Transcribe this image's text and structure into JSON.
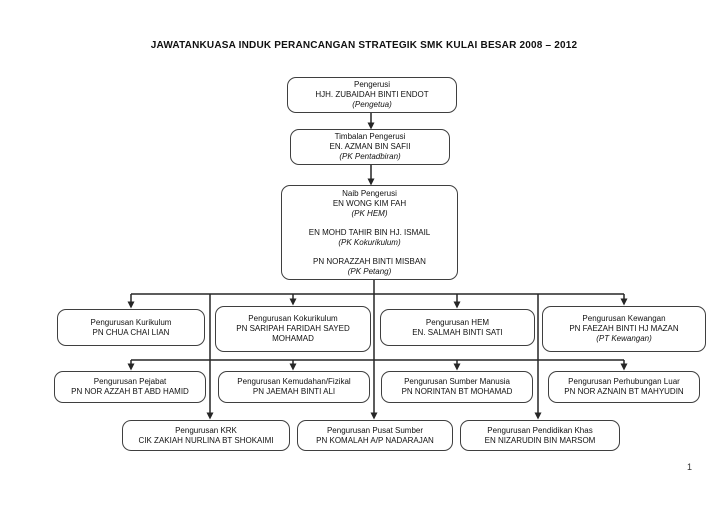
{
  "title": "JAWATANKUASA INDUK PERANCANGAN STRATEGIK SMK KULAI BESAR 2008 – 2012",
  "page_number": "1",
  "colors": {
    "background": "#ffffff",
    "text": "#111111",
    "connector": "#262626",
    "box_border": "#3f3f3f"
  },
  "nodes": {
    "pengerusi": {
      "title": "Pengerusi",
      "name": "HJH. ZUBAIDAH BINTI ENDOT",
      "role": "(Pengetua)"
    },
    "timbalan": {
      "title": "Timbalan Pengerusi",
      "name": "EN. AZMAN BIN SAFII",
      "role": "(PK Pentadbiran)"
    },
    "naib": {
      "title": "Naib Pengerusi",
      "members": [
        {
          "name": "EN WONG KIM FAH",
          "role": "(PK HEM)"
        },
        {
          "name": "EN MOHD TAHIR BIN HJ. ISMAIL",
          "role": "(PK Kokurikulum)"
        },
        {
          "name": "PN NORAZZAH BINTI MISBAN",
          "role": "(PK Petang)"
        }
      ]
    },
    "row1": [
      {
        "title": "Pengurusan Kurikulum",
        "name": "PN CHUA CHAI LIAN"
      },
      {
        "title": "Pengurusan Kokurikulum",
        "name": "PN SARIPAH FARIDAH SAYED MOHAMAD"
      },
      {
        "title": "Pengurusan HEM",
        "name": "EN. SALMAH BINTI SATI"
      },
      {
        "title": "Pengurusan Kewangan",
        "name": "PN FAEZAH BINTI HJ MAZAN",
        "role": "(PT Kewangan)"
      }
    ],
    "row2": [
      {
        "title": "Pengurusan Pejabat",
        "name": "PN NOR AZZAH BT ABD HAMID"
      },
      {
        "title": "Pengurusan Kemudahan/Fizikal",
        "name": "PN JAEMAH BINTI ALI"
      },
      {
        "title": "Pengurusan Sumber Manusia",
        "name": "PN NORINTAN BT MOHAMAD"
      },
      {
        "title": "Pengurusan Perhubungan Luar",
        "name": "PN NOR AZNAIN BT MAHYUDIN"
      }
    ],
    "row3": [
      {
        "title": "Pengurusan KRK",
        "name": "CIK ZAKIAH NURLINA BT SHOKAIMI"
      },
      {
        "title": "Pengurusan Pusat Sumber",
        "name": "PN KOMALAH A/P NADARAJAN"
      },
      {
        "title": "Pengurusan Pendidikan Khas",
        "name": "EN NIZARUDIN BIN MARSOM"
      }
    ]
  }
}
